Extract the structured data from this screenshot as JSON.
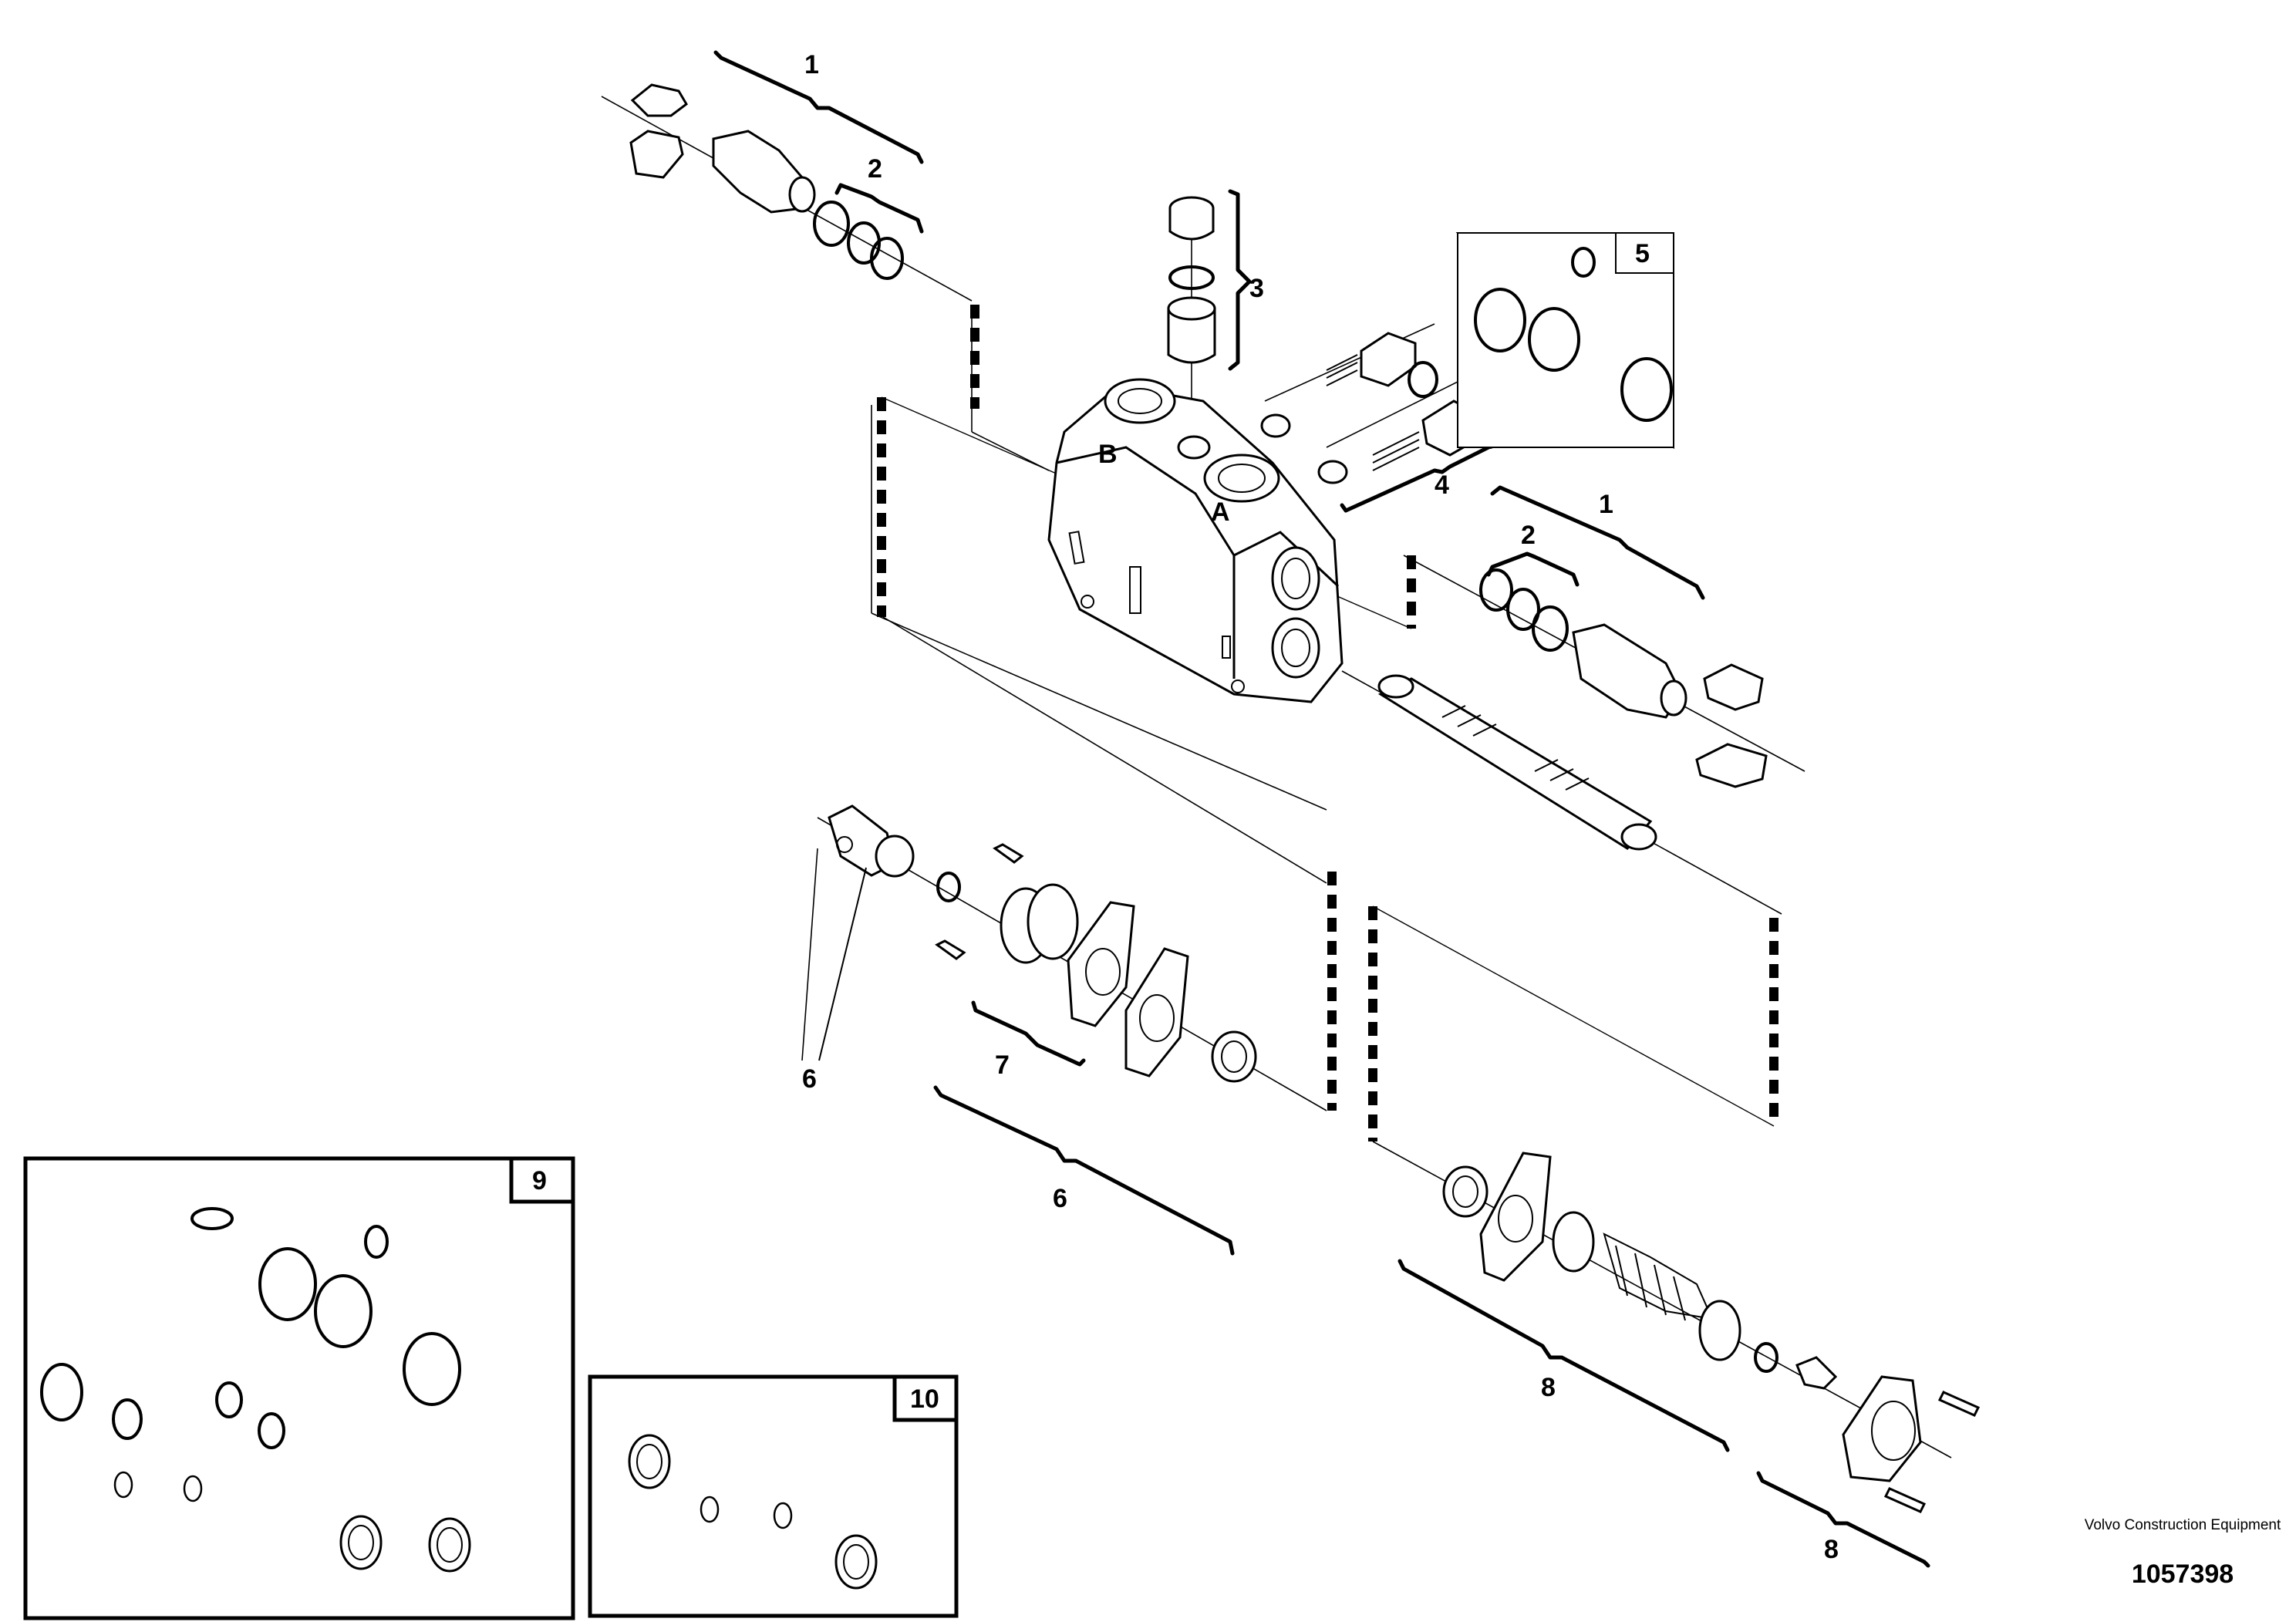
{
  "callouts": {
    "c1_top": "1",
    "c2_top": "2",
    "c3": "3",
    "c4": "4",
    "c5": "5",
    "c2_right": "2",
    "c1_right": "1",
    "c6_left": "6",
    "c7": "7",
    "c6_bottom": "6",
    "c8_mid": "8",
    "c8_right": "8",
    "c9": "9",
    "c10": "10"
  },
  "body_ports": {
    "port_b": "B",
    "port_a": "A"
  },
  "caption": {
    "maker": "Volvo Construction Equipment",
    "drawing_number": "1057398"
  }
}
